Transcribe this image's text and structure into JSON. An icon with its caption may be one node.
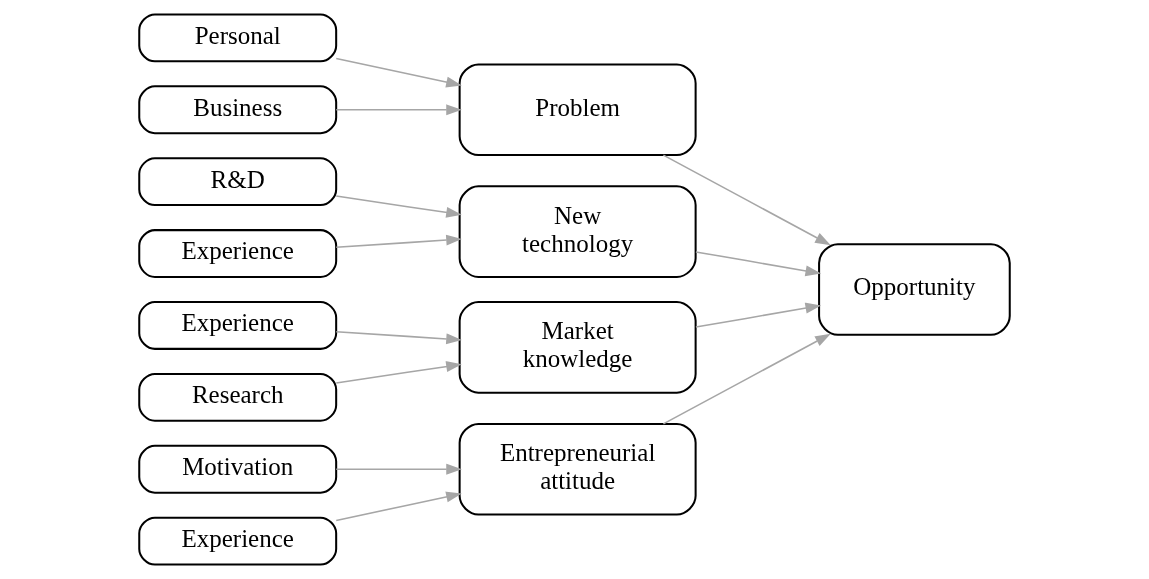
{
  "diagram": {
    "nodes": [
      {
        "text": [
          "Personal"
        ]
      },
      {
        "text": [
          "Business"
        ]
      },
      {
        "text": [
          "Problem"
        ]
      },
      {
        "text": [
          "R&D"
        ]
      },
      {
        "text": [
          "Experience"
        ]
      },
      {
        "text": [
          "New technology"
        ]
      },
      {
        "text": [
          "Experience"
        ]
      },
      {
        "text": [
          "Research"
        ]
      },
      {
        "text": [
          "Market knowledge"
        ]
      },
      {
        "text": [
          "Motivation"
        ]
      },
      {
        "text": [
          "Experience"
        ]
      },
      {
        "text": [
          "Entrepreneurial attitude"
        ]
      },
      {
        "text": [
          "Opportunity"
        ]
      }
    ],
    "edges": [
      {
        "from": 0,
        "to": 2,
        "arrow": "to"
      },
      {
        "from": 1,
        "to": 2,
        "arrow": "to"
      },
      {
        "from": 3,
        "to": 5,
        "arrow": "to"
      },
      {
        "from": 4,
        "to": 5,
        "arrow": "to"
      },
      {
        "from": 6,
        "to": 8,
        "arrow": "to"
      },
      {
        "from": 7,
        "to": 8,
        "arrow": "to"
      },
      {
        "from": 9,
        "to": 11,
        "arrow": "to"
      },
      {
        "from": 10,
        "to": 11,
        "arrow": "to"
      },
      {
        "from": 2,
        "to": 12,
        "arrow": "to"
      },
      {
        "from": 5,
        "to": 12,
        "arrow": "to"
      },
      {
        "from": 8,
        "to": 12,
        "arrow": "to"
      },
      {
        "from": 11,
        "to": 12,
        "arrow": "to"
      }
    ]
  }
}
